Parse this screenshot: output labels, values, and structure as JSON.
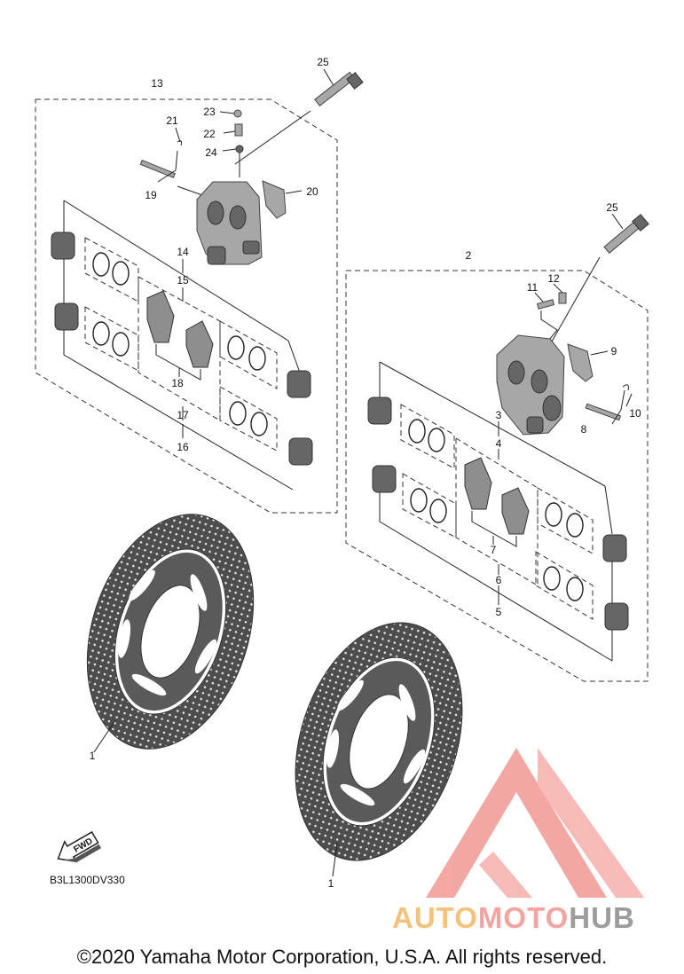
{
  "callouts": {
    "c1a": "1",
    "c1b": "1",
    "c2": "2",
    "c3": "3",
    "c4": "4",
    "c5": "5",
    "c6": "6",
    "c7": "7",
    "c8": "8",
    "c9": "9",
    "c10": "10",
    "c11": "11",
    "c12": "12",
    "c13": "13",
    "c14": "14",
    "c15": "15",
    "c16": "16",
    "c17": "17",
    "c18": "18",
    "c19": "19",
    "c20": "20",
    "c21": "21",
    "c22": "22",
    "c23": "23",
    "c24": "24",
    "c25a": "25",
    "c25b": "25"
  },
  "direction_badge": "FWD",
  "diagram_code": "B3L1300DV330",
  "copyright": "©2020 Yamaha Motor Corporation, U.S.A. All rights reserved.",
  "watermark": {
    "part1": "AUTO",
    "part2": "MOTO",
    "part3": "HUB"
  },
  "colors": {
    "watermark_red": "#f08a84",
    "watermark_orange": "#f3c27c",
    "watermark_gray": "#9c9c9c",
    "disc_fill": "#4a4a4a"
  }
}
